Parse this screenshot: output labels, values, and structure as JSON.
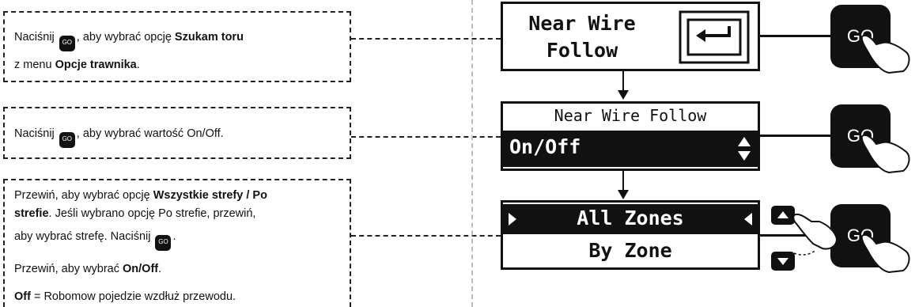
{
  "steps": [
    {
      "line1_pre": "Naciśnij ",
      "go": "GO",
      "line1_post": ", aby wybrać opcję ",
      "line1_bold": "Szukam toru",
      "line2_pre": "z menu ",
      "line2_bold": "Opcje trawnika",
      "line2_post": "."
    },
    {
      "pre": "Naciśnij ",
      "go": "GO",
      "post": ", aby wybrać wartość On/Off."
    },
    {
      "l1_pre": "Przewiń, aby wybrać opcję ",
      "l1_bold": "Wszystkie strefy / Po",
      "l2_bold": "strefie",
      "l2_post": ". Jeśli wybrano opcję Po strefie, przewiń,",
      "l3_pre": "aby wybrać strefę. Naciśnij ",
      "go": "GO",
      "l3_post": ".",
      "l4_pre": "Przewiń, aby wybrać ",
      "l4_bold": "On/Off",
      "l4_post": ".",
      "l5_bold": "Off",
      "l5_post": " = Robomow pojedzie wzdłuż przewodu."
    }
  ],
  "screens": {
    "screen1": {
      "line1": "Near Wire",
      "line2": "Follow",
      "icon": "return-arrow-icon"
    },
    "screen2": {
      "title": "Near Wire Follow",
      "value": "On/Off"
    },
    "screen3": {
      "option1": "All Zones",
      "option2": "By Zone"
    }
  },
  "buttons": {
    "go": "GO"
  },
  "colors": {
    "ink": "#111111",
    "paper": "#ffffff"
  }
}
